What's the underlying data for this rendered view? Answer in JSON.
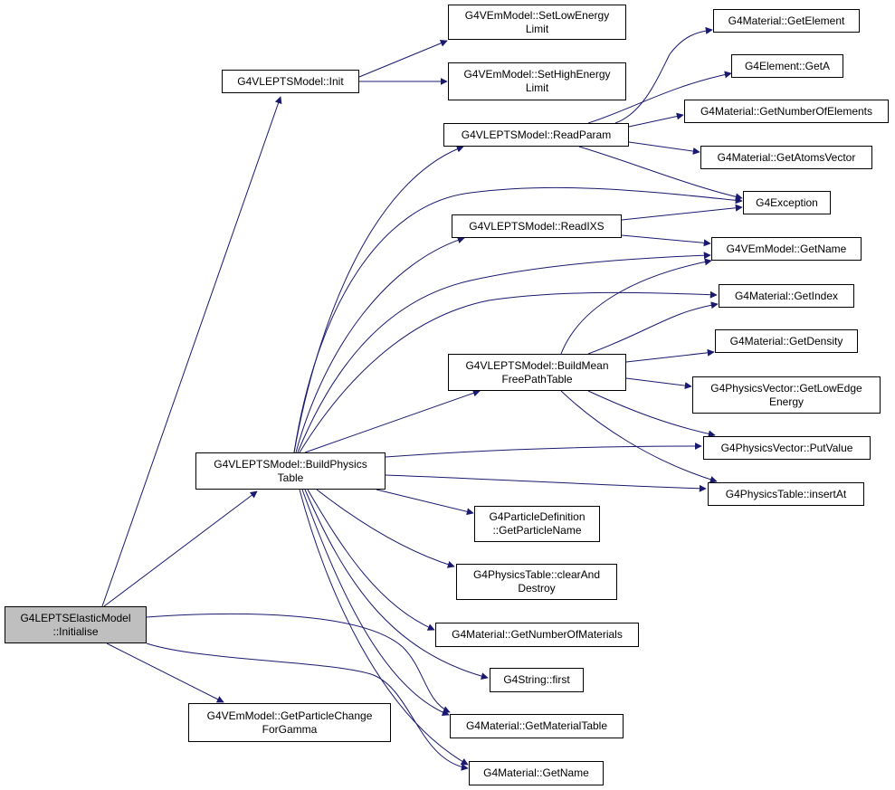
{
  "colors": {
    "edge": "#191970",
    "root_fill": "#bfbfbf",
    "node_fill": "#ffffff",
    "node_border": "#000000"
  },
  "nodes": {
    "root": "G4LEPTSElasticModel\n::Initialise",
    "init": "G4VLEPTSModel::Init",
    "set_low": "G4VEmModel::SetLowEnergy\nLimit",
    "set_high": "G4VEmModel::SetHighEnergy\nLimit",
    "read_param": "G4VLEPTSModel::ReadParam",
    "get_element": "G4Material::GetElement",
    "get_a": "G4Element::GetA",
    "get_num_elements": "G4Material::GetNumberOfElements",
    "get_atoms_vector": "G4Material::GetAtomsVector",
    "g4exception": "G4Exception",
    "read_ixs": "G4VLEPTSModel::ReadIXS",
    "em_get_name": "G4VEmModel::GetName",
    "get_index": "G4Material::GetIndex",
    "build_mfp": "G4VLEPTSModel::BuildMean\nFreePathTable",
    "get_density": "G4Material::GetDensity",
    "get_low_edge": "G4PhysicsVector::GetLowEdge\nEnergy",
    "put_value": "G4PhysicsVector::PutValue",
    "build_physics": "G4VLEPTSModel::BuildPhysics\nTable",
    "insert_at": "G4PhysicsTable::insertAt",
    "get_particle_name": "G4ParticleDefinition\n::GetParticleName",
    "clear_and_destroy": "G4PhysicsTable::clearAnd\nDestroy",
    "get_num_materials": "G4Material::GetNumberOfMaterials",
    "string_first": "G4String::first",
    "get_particle_change": "G4VEmModel::GetParticleChange\nForGamma",
    "get_material_table": "G4Material::GetMaterialTable",
    "mat_get_name": "G4Material::GetName"
  }
}
